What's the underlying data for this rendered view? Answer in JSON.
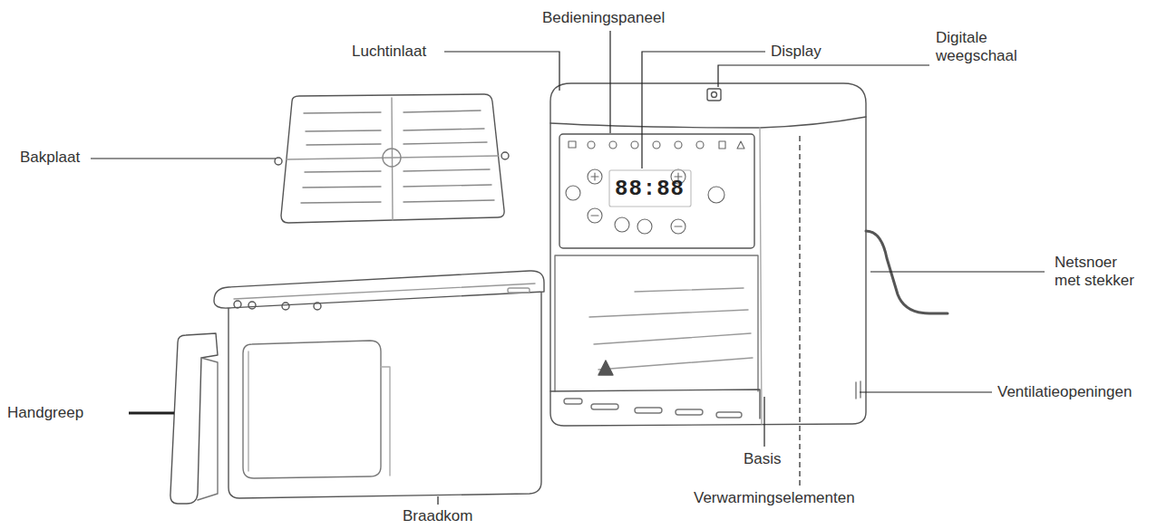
{
  "diagram": {
    "labels": [
      "Bedieningspaneel",
      "Luchtinlaat",
      "Display",
      "Digitale weegschaal",
      "Bakplaat",
      "88:88",
      "Netsnoer met stekker",
      "Ventilatieopeningen",
      "Handgreep",
      "Basis",
      "Verwarmingselementen",
      "Braadkom"
    ]
  }
}
